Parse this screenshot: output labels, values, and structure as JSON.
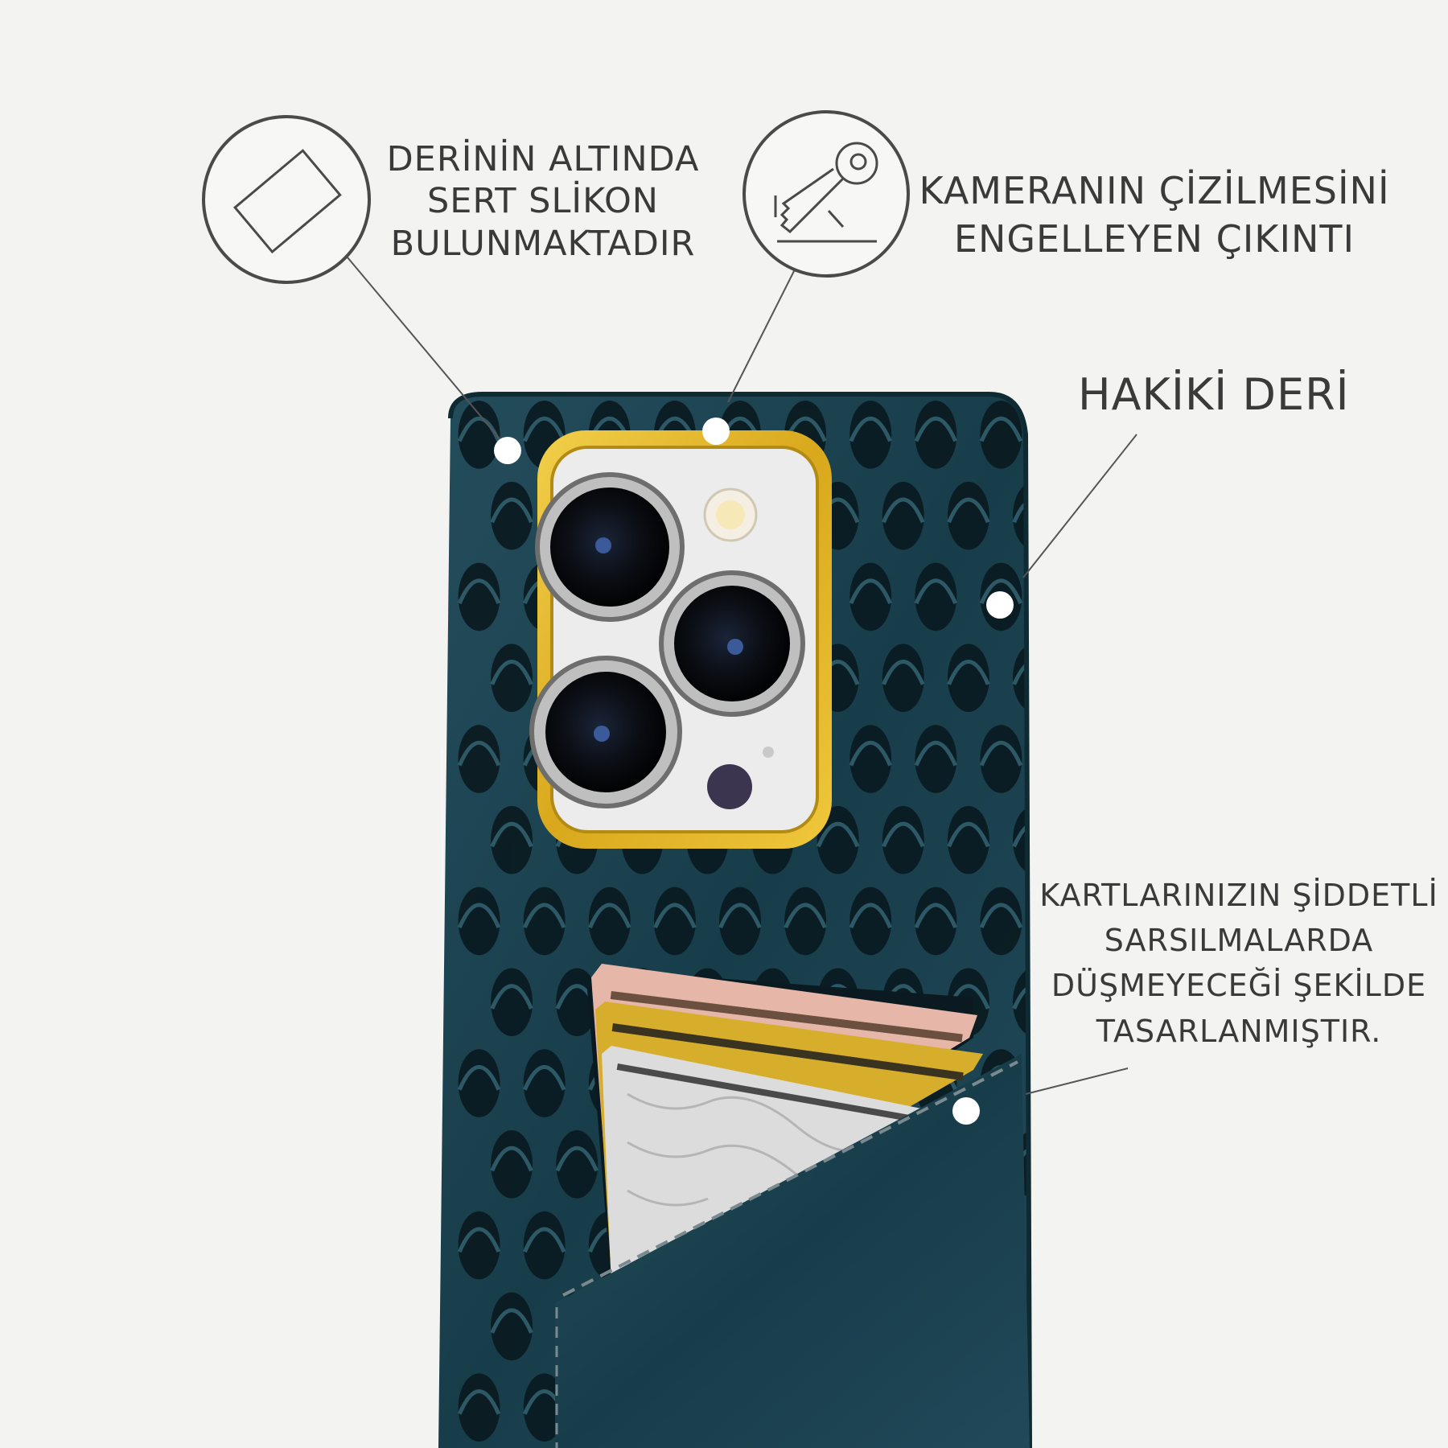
{
  "features": {
    "silicone": {
      "icon": "card-outline-icon",
      "lines": [
        "DERİNİN ALTINDA",
        "SERT SLİKON",
        "BULUNMAKTADIR"
      ]
    },
    "camera_lip": {
      "icon": "key-scratch-icon",
      "lines": [
        "KAMERANIN ÇİZİLMESİNİ",
        "ENGELLEYEN ÇIKINTI"
      ]
    },
    "leather": {
      "lines": [
        "HAKİKİ DERİ"
      ]
    },
    "card_slot": {
      "lines": [
        "KARTLARINIZIN ŞİDDETLİ",
        "SARSILMALARDA",
        "DÜŞMEYECEĞİ ŞEKİLDE",
        "TASARLANMIŞTIR."
      ]
    }
  },
  "colors": {
    "background": "#f3f3f2",
    "leather": "#1d4250",
    "leather_dark": "#0b1c22",
    "camera_ring": "#e1b62c",
    "text": "#3a3a3a"
  }
}
